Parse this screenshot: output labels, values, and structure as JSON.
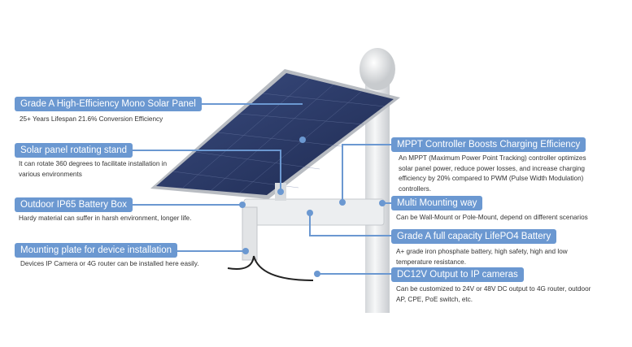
{
  "colors": {
    "accent": "#6b98d1",
    "pole": "#e6e8ea",
    "panel": "#2b3b6a"
  },
  "features": [
    {
      "title": "Grade A High-Efficiency Mono Solar Panel",
      "desc": "25+ Years Lifespan 21.6% Conversion Efficiency"
    },
    {
      "title": "Solar panel rotating stand",
      "desc": "It can rotate 360 degrees to facilitate installation in various environments"
    },
    {
      "title": "Outdoor IP65 Battery Box",
      "desc": "Hardy material can suffer in harsh environment, longer life."
    },
    {
      "title": "Mounting plate for device installation",
      "desc": "Devices IP Camera or 4G router can be installed here easily."
    },
    {
      "title": "MPPT Controller Boosts Charging Efficiency",
      "desc": "An MPPT (Maximum Power Point Tracking) controller optimizes solar panel power, reduce power losses, and increase charging efficiency by 20% compared to PWM (Pulse Width Modulation) controllers."
    },
    {
      "title": "Multi Mounting way",
      "desc": "Can be Wall-Mount or Pole-Mount, depend on different scenarios"
    },
    {
      "title": "Grade A full capacity LifePO4 Battery",
      "desc": "A+ grade iron phosphate battery, high safety, high and low temperature resistance."
    },
    {
      "title": "DC12V Output to IP cameras",
      "desc": "Can be customized to 24V or 48V DC output to 4G router, outdoor AP, CPE, PoE switch, etc."
    }
  ]
}
